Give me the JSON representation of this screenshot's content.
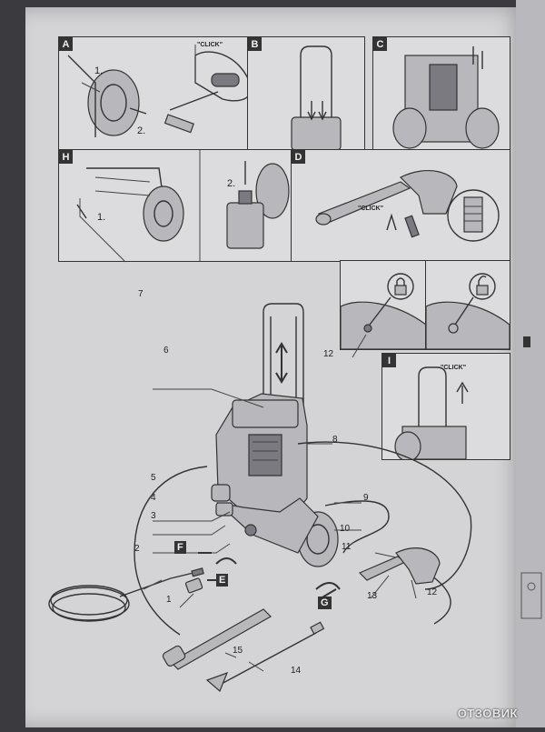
{
  "panels": {
    "A": {
      "label": "A",
      "step1": "1.",
      "step2": "2.",
      "click": "\"CLICK\""
    },
    "B": {
      "label": "B"
    },
    "C": {
      "label": "C"
    },
    "H": {
      "label": "H",
      "step1": "1.",
      "step2": "2."
    },
    "D": {
      "label": "D",
      "click": "\"CLICK\""
    },
    "I": {
      "label": "I",
      "click": "\"CLICK\""
    }
  },
  "callouts": {
    "n1": "1",
    "n2": "2",
    "n3": "3",
    "n4": "4",
    "n5": "5",
    "n6": "6",
    "n7": "7",
    "n8": "8",
    "n9": "9",
    "n10": "10",
    "n11": "11",
    "n12a": "12",
    "n12b": "12",
    "n13": "13",
    "n14": "14",
    "n15": "15"
  },
  "arrow_tags": {
    "E": "E",
    "F": "F",
    "G": "G"
  },
  "watermark": "ОТЗОВИК",
  "colors": {
    "paper": "#d4d3d6",
    "ink": "#333333",
    "background": "#3a3a3f"
  }
}
